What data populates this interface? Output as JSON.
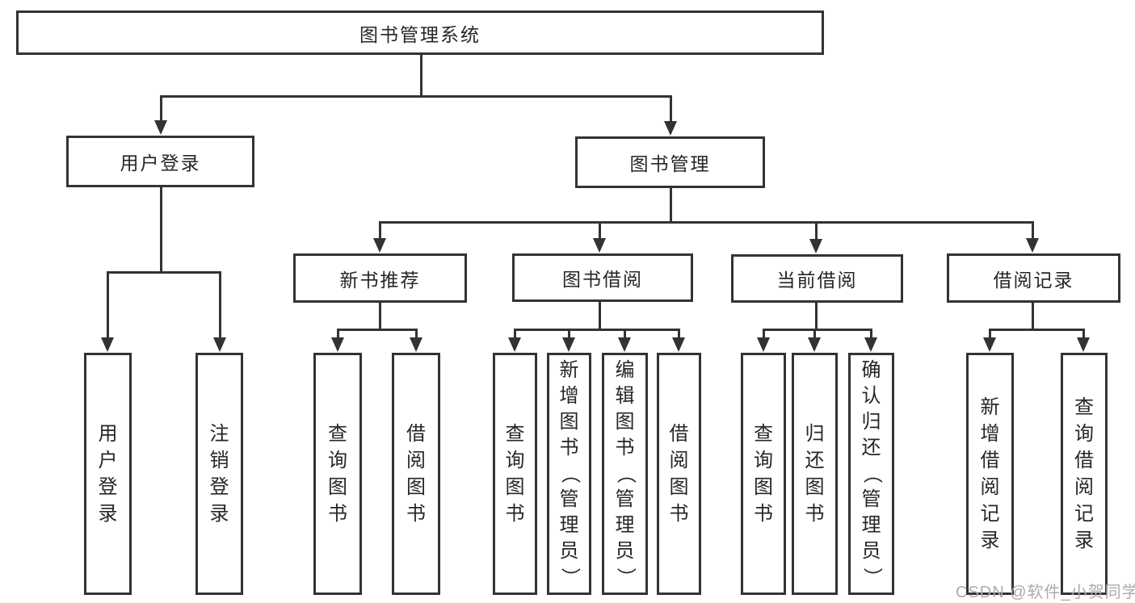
{
  "diagram_title": "图书管理系统",
  "nodes": [
    {
      "id": "root",
      "label": "图书管理系统",
      "level": 1
    },
    {
      "id": "user-login",
      "label": "用户登录",
      "level": 2,
      "parent": "root"
    },
    {
      "id": "book-management",
      "label": "图书管理",
      "level": 2,
      "parent": "root"
    },
    {
      "id": "new-book-recommend",
      "label": "新书推荐",
      "level": 3,
      "parent": "book-management"
    },
    {
      "id": "book-borrowing",
      "label": "图书借阅",
      "level": 3,
      "parent": "book-management"
    },
    {
      "id": "current-borrowing",
      "label": "当前借阅",
      "level": 3,
      "parent": "book-management"
    },
    {
      "id": "borrowing-records",
      "label": "借阅记录",
      "level": 3,
      "parent": "book-management"
    },
    {
      "id": "leaf-user-login",
      "label": "用户登录",
      "level": 4,
      "parent": "user-login"
    },
    {
      "id": "leaf-logout",
      "label": "注销登录",
      "level": 4,
      "parent": "user-login"
    },
    {
      "id": "leaf-query-books-recommend",
      "label": "查询图书",
      "level": 4,
      "parent": "new-book-recommend"
    },
    {
      "id": "leaf-borrow-books-recommend",
      "label": "借阅图书",
      "level": 4,
      "parent": "new-book-recommend"
    },
    {
      "id": "leaf-query-books-borrowing",
      "label": "查询图书",
      "level": 4,
      "parent": "book-borrowing"
    },
    {
      "id": "leaf-add-books-admin",
      "label": "新增图书（管理员）",
      "level": 4,
      "parent": "book-borrowing"
    },
    {
      "id": "leaf-edit-books-admin",
      "label": "编辑图书（管理员）",
      "level": 4,
      "parent": "book-borrowing"
    },
    {
      "id": "leaf-borrow-books",
      "label": "借阅图书",
      "level": 4,
      "parent": "book-borrowing"
    },
    {
      "id": "leaf-query-books-current",
      "label": "查询图书",
      "level": 4,
      "parent": "current-borrowing"
    },
    {
      "id": "leaf-return-books",
      "label": "归还图书",
      "level": 4,
      "parent": "current-borrowing"
    },
    {
      "id": "leaf-confirm-return-admin",
      "label": "确认归还（管理员）",
      "level": 4,
      "parent": "current-borrowing"
    },
    {
      "id": "leaf-add-borrow-record",
      "label": "新增借阅记录",
      "level": 4,
      "parent": "borrowing-records"
    },
    {
      "id": "leaf-query-borrow-record",
      "label": "查询借阅记录",
      "level": 4,
      "parent": "borrowing-records"
    }
  ],
  "watermark": {
    "text": "CSDN @软件_小贺同学"
  },
  "colors": {
    "line": "#333333",
    "box_border": "#333333",
    "box_background": "#ffffff",
    "text": "#262626",
    "watermark": "#ababab"
  }
}
